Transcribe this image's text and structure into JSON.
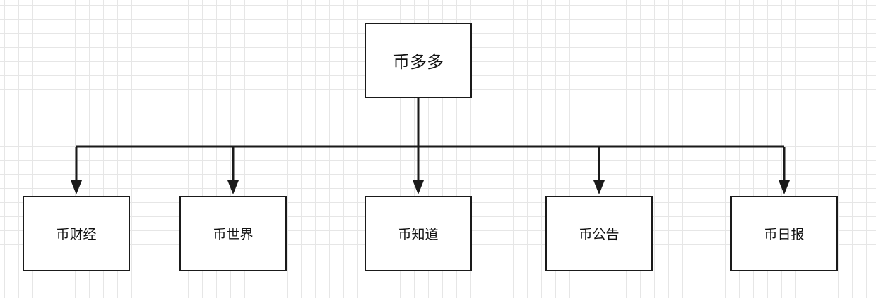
{
  "diagram": {
    "root": {
      "label": "币多多"
    },
    "children": [
      {
        "label": "币财经"
      },
      {
        "label": "币世界"
      },
      {
        "label": "币知道"
      },
      {
        "label": "币公告"
      },
      {
        "label": "币日报"
      }
    ]
  },
  "colors": {
    "stroke": "#1a1a1a",
    "grid": "#e6e6e6",
    "background": "#ffffff"
  }
}
